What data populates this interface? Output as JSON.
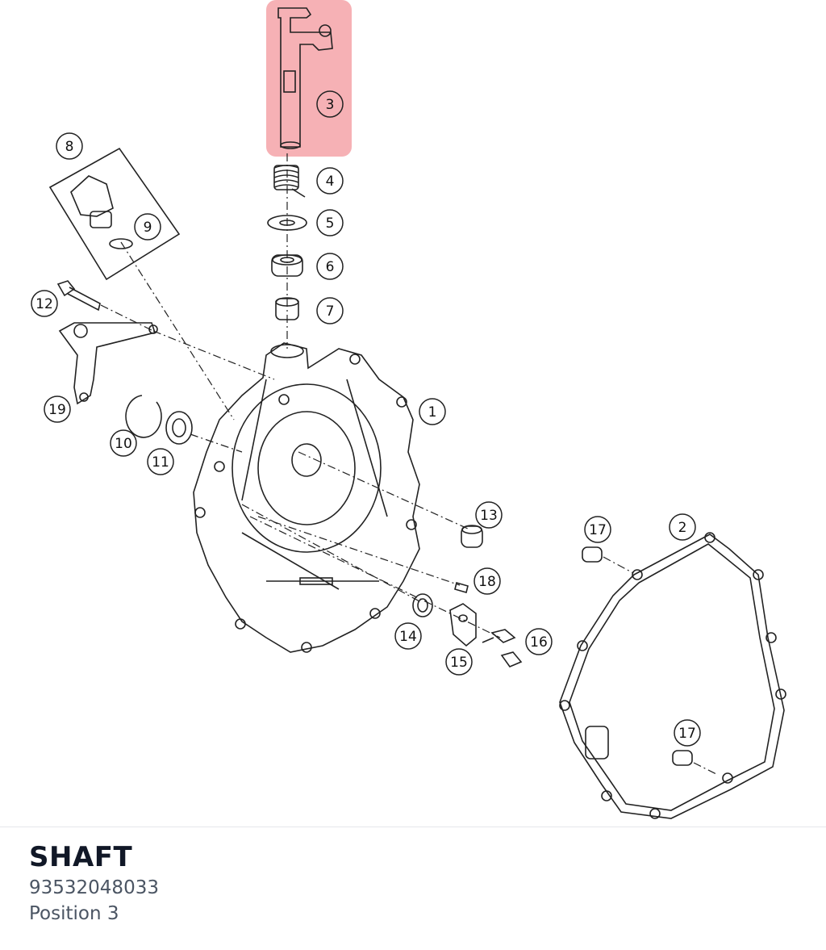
{
  "highlight_color": "#f4a3a8",
  "callouts": [
    {
      "id": "callout-3",
      "label": "3",
      "highlighted": true
    },
    {
      "id": "callout-4",
      "label": "4"
    },
    {
      "id": "callout-5",
      "label": "5"
    },
    {
      "id": "callout-6",
      "label": "6"
    },
    {
      "id": "callout-7",
      "label": "7"
    },
    {
      "id": "callout-8",
      "label": "8"
    },
    {
      "id": "callout-9",
      "label": "9"
    },
    {
      "id": "callout-12",
      "label": "12"
    },
    {
      "id": "callout-19",
      "label": "19"
    },
    {
      "id": "callout-10",
      "label": "10"
    },
    {
      "id": "callout-11",
      "label": "11"
    },
    {
      "id": "callout-1",
      "label": "1"
    },
    {
      "id": "callout-13",
      "label": "13"
    },
    {
      "id": "callout-17a",
      "label": "17"
    },
    {
      "id": "callout-2",
      "label": "2"
    },
    {
      "id": "callout-18",
      "label": "18"
    },
    {
      "id": "callout-14",
      "label": "14"
    },
    {
      "id": "callout-16",
      "label": "16"
    },
    {
      "id": "callout-15",
      "label": "15"
    },
    {
      "id": "callout-17b",
      "label": "17"
    }
  ],
  "part": {
    "name": "SHAFT",
    "number": "93532048033",
    "position": "Position 3"
  }
}
